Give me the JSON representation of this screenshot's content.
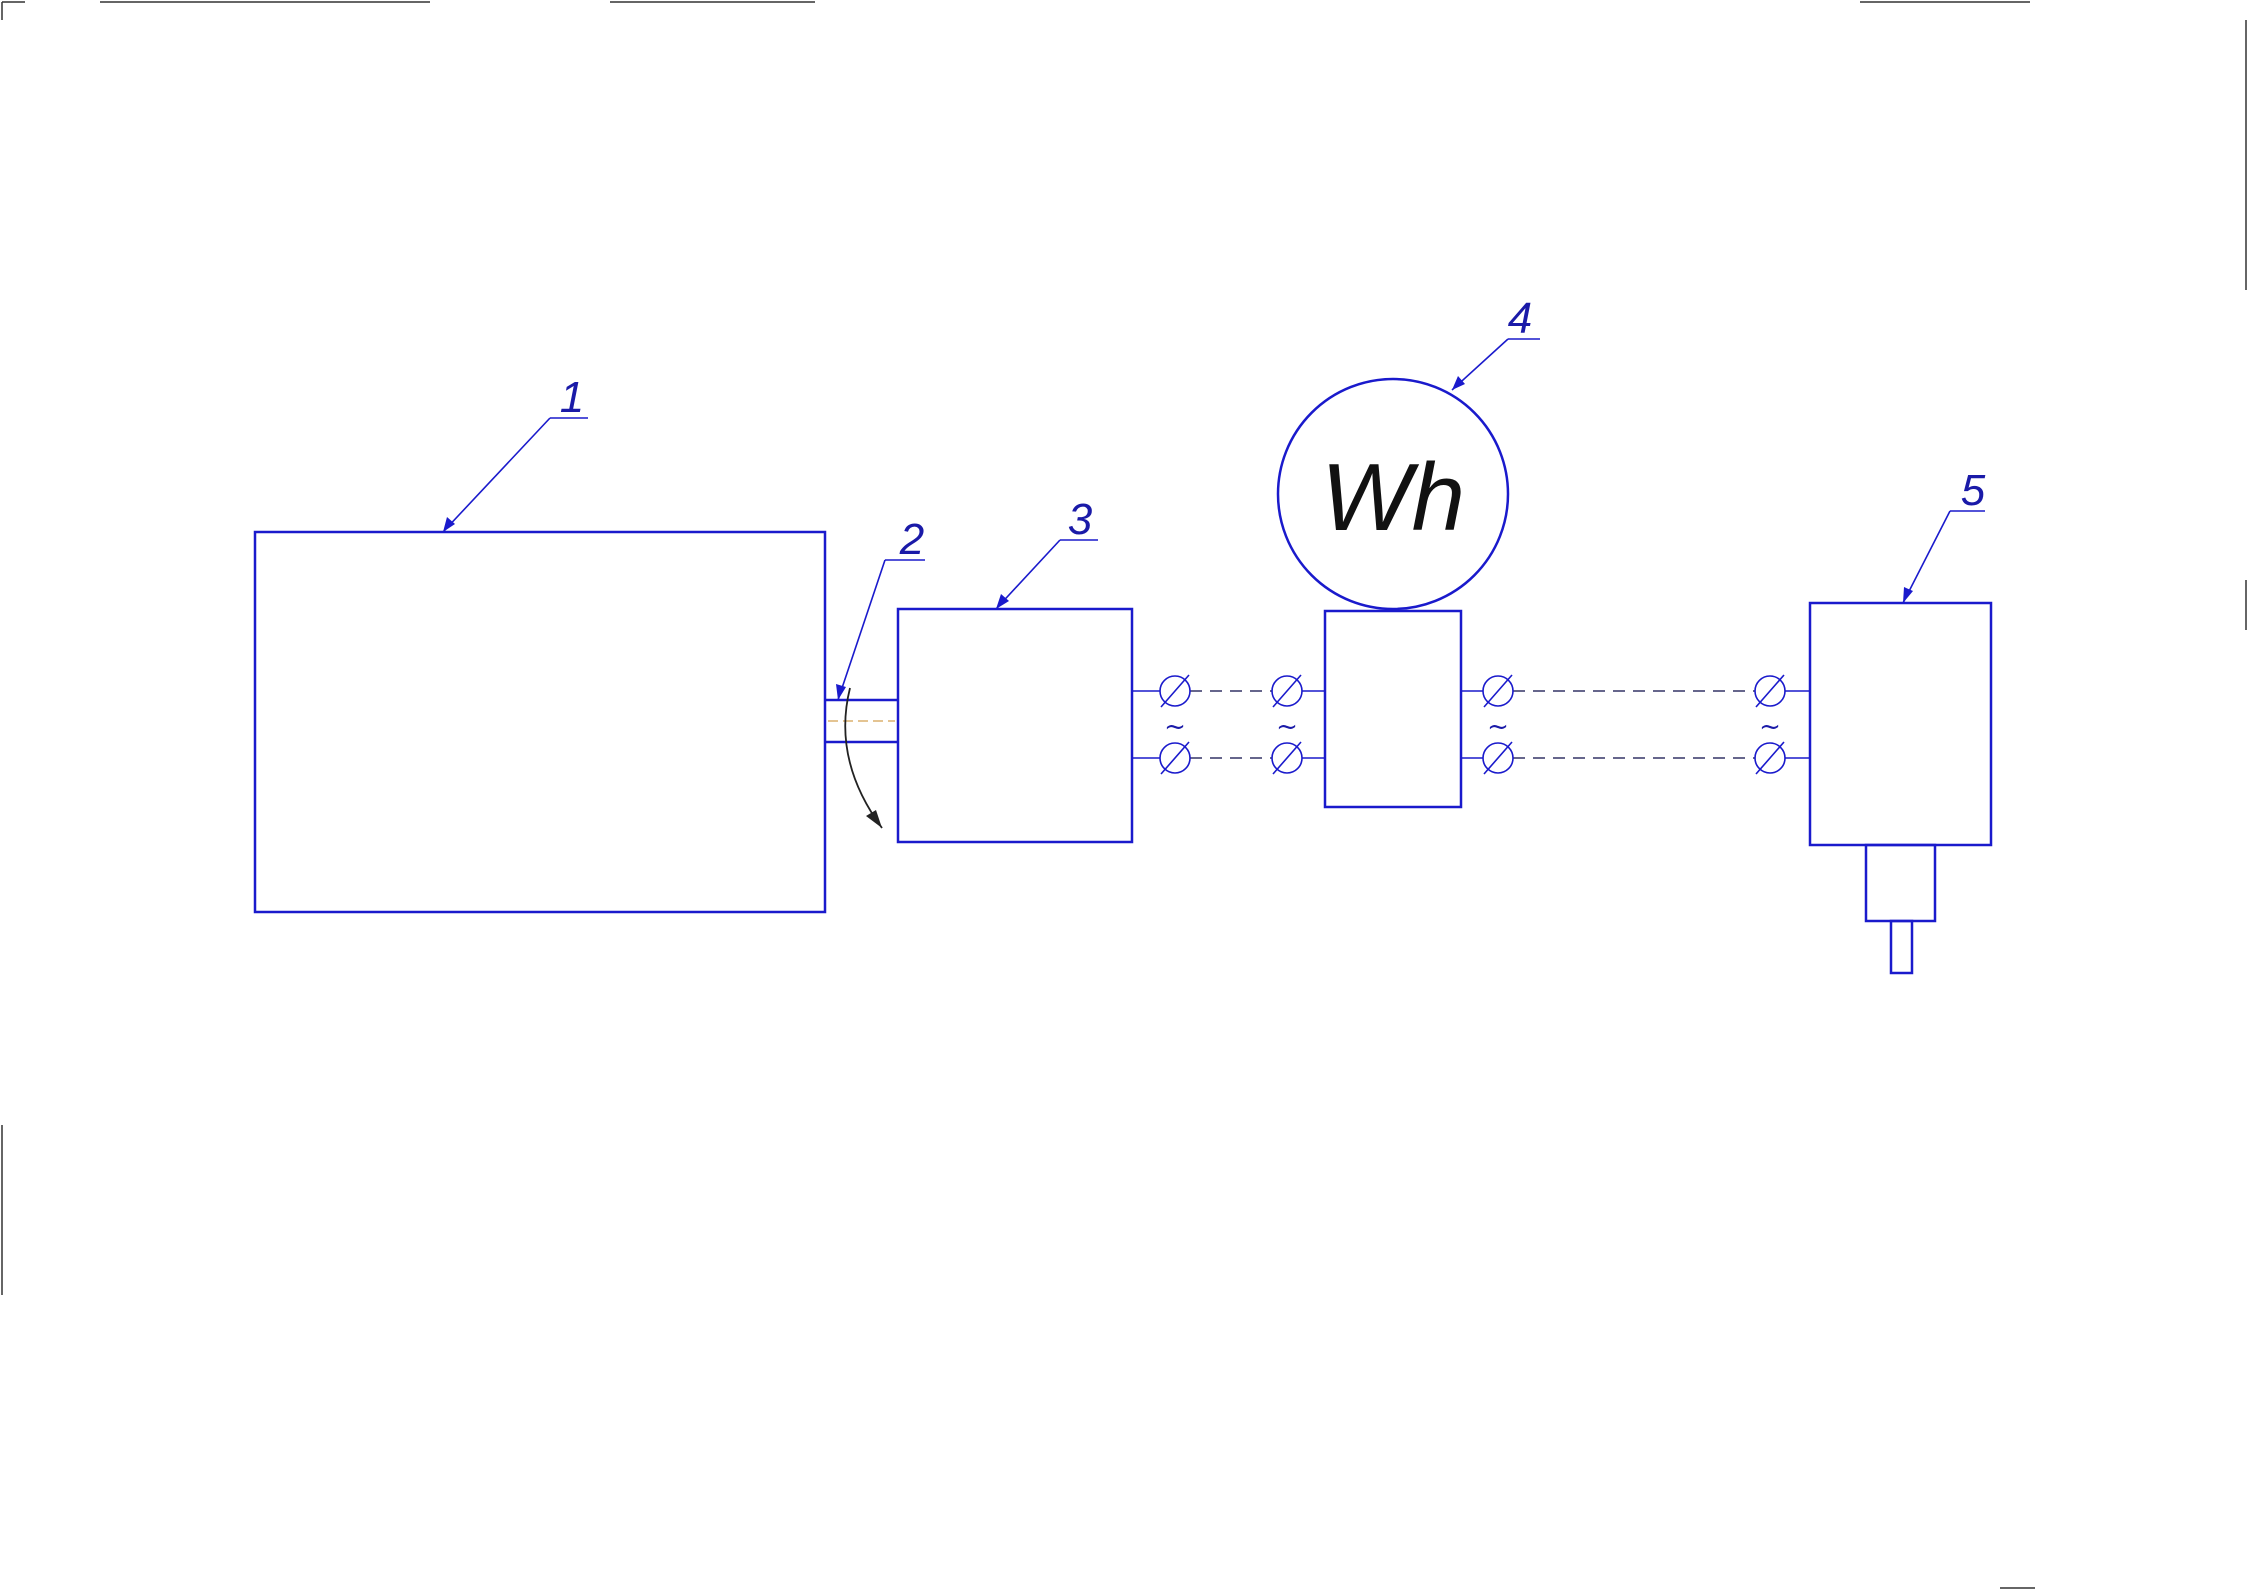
{
  "callouts": {
    "c1": "1",
    "c2": "2",
    "c3": "3",
    "c4": "4",
    "c5": "5"
  },
  "meter": {
    "label": "Wh"
  },
  "tilde": "~",
  "colors": {
    "lines": "#1a1acc",
    "text": "#1a1aa8",
    "meter_text": "#111111"
  }
}
